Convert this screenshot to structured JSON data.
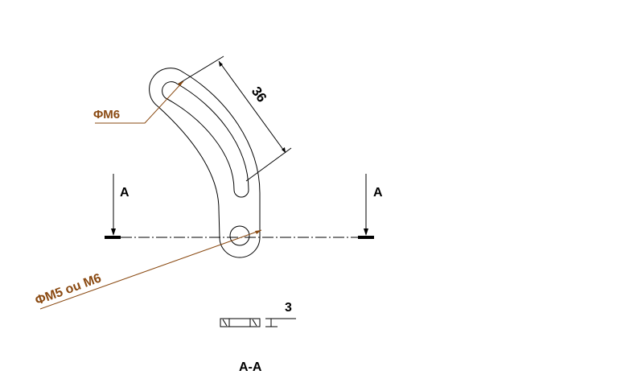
{
  "drawing": {
    "dimension_length": "36",
    "hole_top_label": "ΦM6",
    "hole_bottom_label": "ΦM5 ou M6",
    "section_mark_left": "A",
    "section_mark_right": "A",
    "thickness_dimension": "3",
    "section_title": "A-A",
    "colors": {
      "line": "#000000",
      "annotation": "#8a4a12"
    }
  }
}
